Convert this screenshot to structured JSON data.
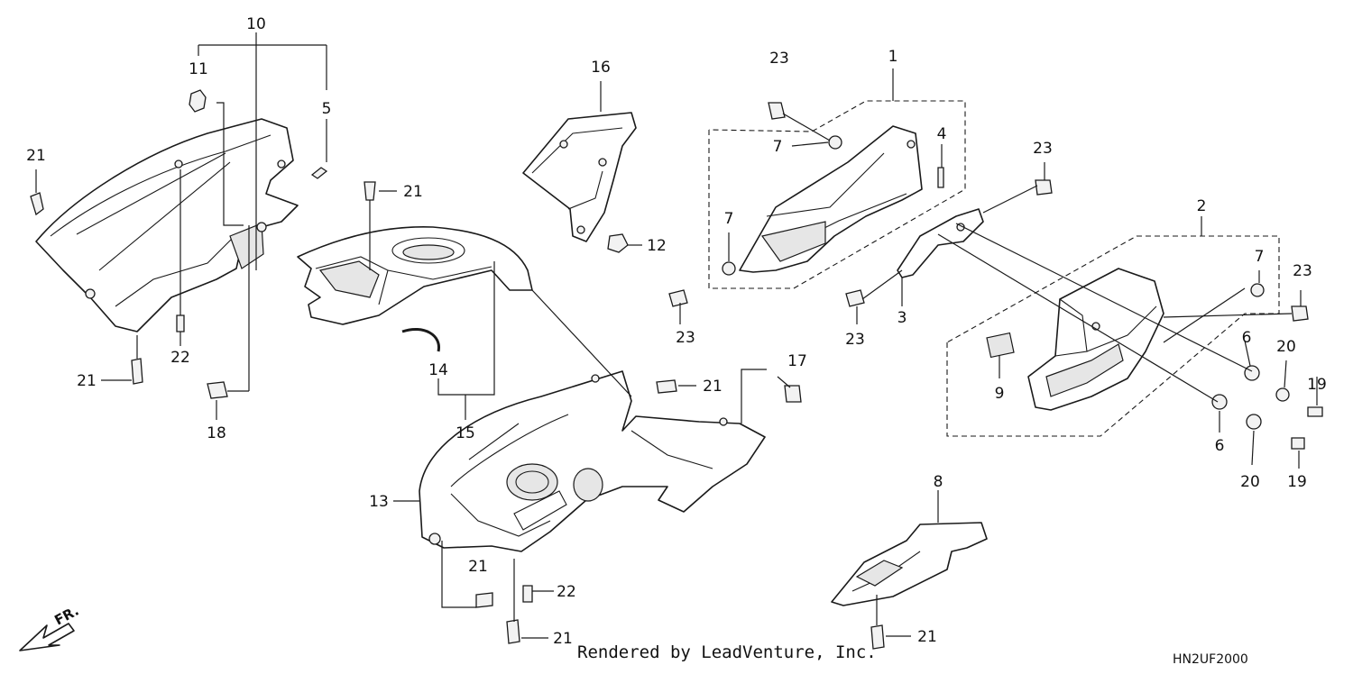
{
  "diagram": {
    "credit": "Rendered by LeadVenture, Inc.",
    "drawing_code": "HN2UF2000",
    "direction_label": "FR."
  },
  "callouts": [
    {
      "id": "c10",
      "label": "10"
    },
    {
      "id": "c11",
      "label": "11"
    },
    {
      "id": "c5",
      "label": "5"
    },
    {
      "id": "c21a",
      "label": "21"
    },
    {
      "id": "c22a",
      "label": "22"
    },
    {
      "id": "c21b",
      "label": "21"
    },
    {
      "id": "c18",
      "label": "18"
    },
    {
      "id": "c21c",
      "label": "21"
    },
    {
      "id": "c14",
      "label": "14"
    },
    {
      "id": "c15",
      "label": "15"
    },
    {
      "id": "c16",
      "label": "16"
    },
    {
      "id": "c12",
      "label": "12"
    },
    {
      "id": "c13",
      "label": "13"
    },
    {
      "id": "c21d",
      "label": "21"
    },
    {
      "id": "c17",
      "label": "17"
    },
    {
      "id": "c21e",
      "label": "21"
    },
    {
      "id": "c22b",
      "label": "22"
    },
    {
      "id": "c21f",
      "label": "21"
    },
    {
      "id": "c23a",
      "label": "23"
    },
    {
      "id": "c1",
      "label": "1"
    },
    {
      "id": "c7a",
      "label": "7"
    },
    {
      "id": "c4",
      "label": "4"
    },
    {
      "id": "c7b",
      "label": "7"
    },
    {
      "id": "c23b",
      "label": "23"
    },
    {
      "id": "c23c",
      "label": "23"
    },
    {
      "id": "c3",
      "label": "3"
    },
    {
      "id": "c23d",
      "label": "23"
    },
    {
      "id": "c2",
      "label": "2"
    },
    {
      "id": "c7c",
      "label": "7"
    },
    {
      "id": "c23e",
      "label": "23"
    },
    {
      "id": "c9",
      "label": "9"
    },
    {
      "id": "c6a",
      "label": "6"
    },
    {
      "id": "c20a",
      "label": "20"
    },
    {
      "id": "c19a",
      "label": "19"
    },
    {
      "id": "c6b",
      "label": "6"
    },
    {
      "id": "c20b",
      "label": "20"
    },
    {
      "id": "c19b",
      "label": "19"
    },
    {
      "id": "c8",
      "label": "8"
    },
    {
      "id": "c21g",
      "label": "21"
    }
  ]
}
